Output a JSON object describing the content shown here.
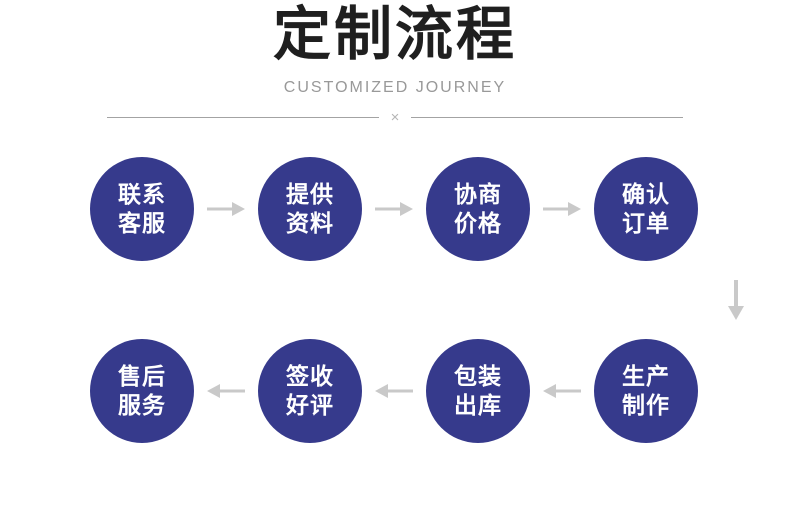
{
  "header": {
    "title": "定制流程",
    "subtitle": "CUSTOMIZED JOURNEY",
    "divider_mark": "×"
  },
  "colors": {
    "circle_fill": "#363a8c",
    "circle_text": "#ffffff",
    "title_text": "#1f1f1f",
    "subtitle_text": "#999999",
    "arrow": "#c9c9c9",
    "divider_line": "#a3a3a3"
  },
  "steps": [
    {
      "line1": "联系",
      "line2": "客服"
    },
    {
      "line1": "提供",
      "line2": "资料"
    },
    {
      "line1": "协商",
      "line2": "价格"
    },
    {
      "line1": "确认",
      "line2": "订单"
    },
    {
      "line1": "生产",
      "line2": "制作"
    },
    {
      "line1": "包装",
      "line2": "出库"
    },
    {
      "line1": "签收",
      "line2": "好评"
    },
    {
      "line1": "售后",
      "line2": "服务"
    }
  ]
}
